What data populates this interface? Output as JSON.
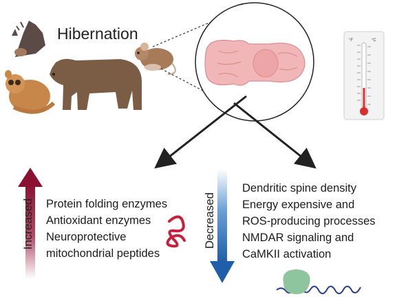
{
  "title": "Hibernation",
  "thermometer": {
    "unit_f": "°F",
    "unit_c": "°C"
  },
  "increased": {
    "label": "Increased",
    "color": "#8a1131",
    "items": [
      "Protein folding enzymes",
      "Antioxidant enzymes",
      "Neuroprotective",
      "mitochondrial peptides"
    ]
  },
  "decreased": {
    "label": "Decreased",
    "color": "#1f5ea8",
    "items": [
      "Dendritic spine density",
      "Energy expensive and",
      "ROS-producing processes",
      "NMDAR signaling and",
      "CaMKII activation"
    ]
  },
  "icons": [
    "bat-icon",
    "mouse-lemur-icon",
    "bear-icon",
    "mouse-icon",
    "brain-icon",
    "thermometer-icon",
    "misfolded-protein-icon",
    "receptor-protein-icon"
  ]
}
